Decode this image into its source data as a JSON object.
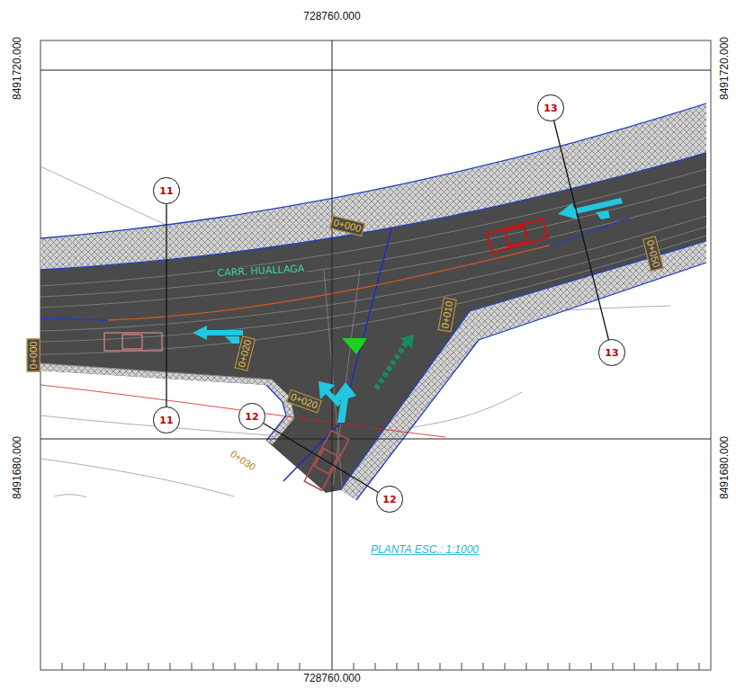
{
  "diagram": {
    "nodes": [
      {
        "text": [
          "11"
        ]
      },
      {
        "text": [
          "11"
        ]
      },
      {
        "text": [
          "12"
        ]
      },
      {
        "text": [
          "12"
        ]
      },
      {
        "text": [
          "13"
        ]
      },
      {
        "text": [
          "13"
        ]
      }
    ],
    "edges": [
      {
        "from": 0,
        "to": 1,
        "arrow": "none"
      },
      {
        "from": 2,
        "to": 3,
        "arrow": "none"
      },
      {
        "from": 4,
        "to": 5,
        "arrow": "none"
      }
    ],
    "labels": [
      "728760.000",
      "728760.000",
      "8491720.000",
      "8491720.000",
      "8491680.000",
      "8491680.000",
      "0+000",
      "0+000",
      "0+020",
      "0+020",
      "0+030",
      "0+010",
      "0+050",
      "CARR. HUALLAGA",
      "PLANTA ESC.: 1:1000"
    ]
  }
}
